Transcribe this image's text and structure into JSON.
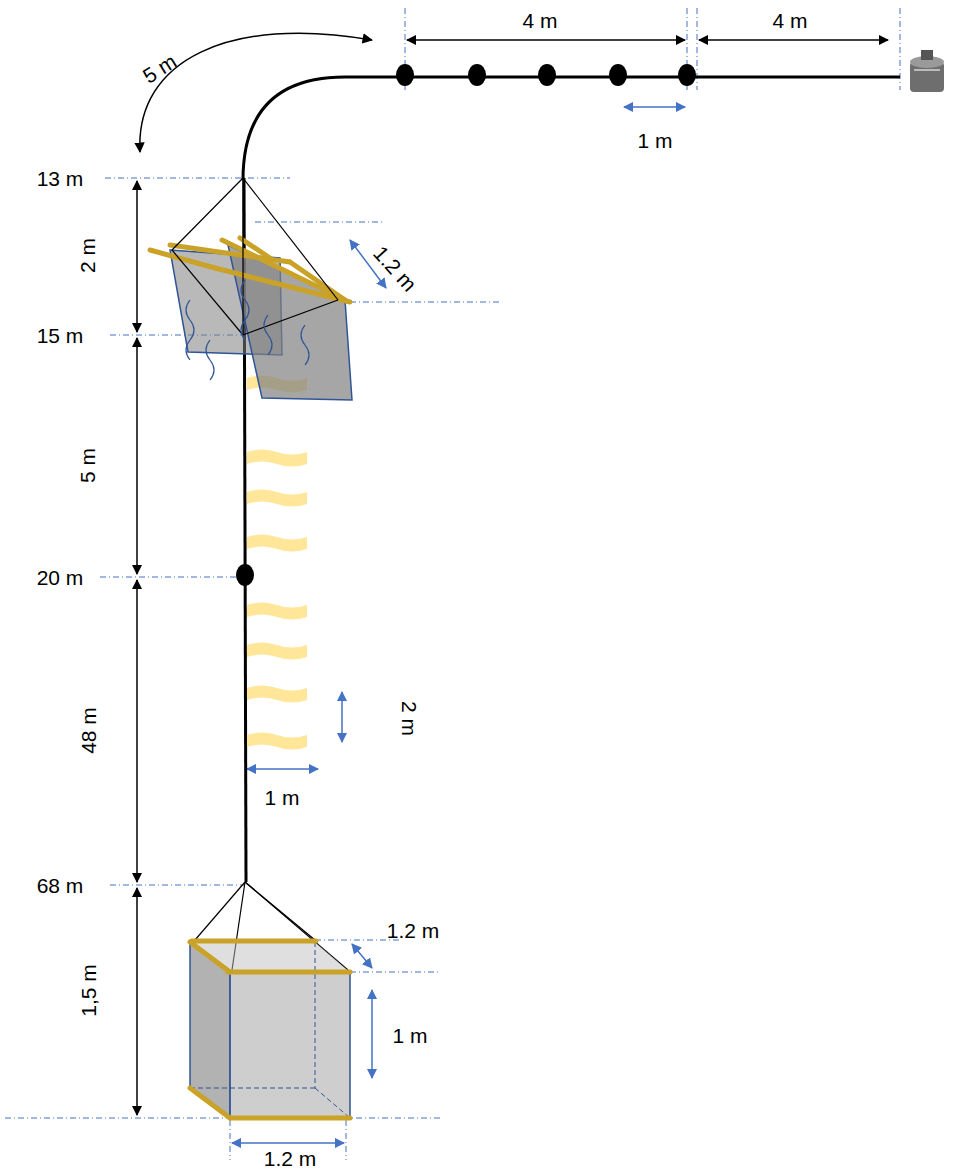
{
  "diagram": {
    "labels": [
      "5 m",
      "4 m",
      "4 m",
      "1 m",
      "13 m",
      "2 m",
      "1.2 m",
      "15 m",
      "5 m",
      "20 m",
      "48 m",
      "2 m",
      "1 m",
      "68 m",
      "1.2 m",
      "1,5 m",
      "1 m",
      "1.2 m"
    ]
  }
}
